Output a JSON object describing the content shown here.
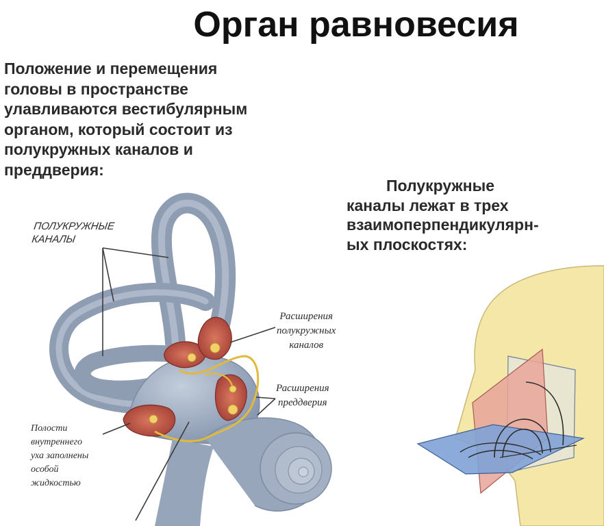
{
  "title": "Орган равновесия",
  "intro_lines": [
    "Положение и перемещения",
    "головы в пространстве",
    "улавливаются вестибулярным",
    "органом, который состоит из",
    "полукружных каналов и",
    "преддверия:"
  ],
  "right_lines": [
    "Полукружные",
    "каналы лежат в трех",
    "взаимоперпендикулярн-",
    "ых плоскостях:"
  ],
  "labels": {
    "canals": [
      "ПОЛУКРУЖНЫЕ",
      "КАНАЛЫ"
    ],
    "canal_extensions": [
      "Расширения",
      "полукружных",
      "каналов"
    ],
    "vestibule_extensions": [
      "Расширения",
      "преддверия"
    ],
    "cavities": [
      "Полости",
      "внутреннего",
      "уха заполнены",
      "особой",
      "жидкостью"
    ]
  },
  "colors": {
    "canal_blue": "#8f9db3",
    "canal_blue_light": "#b9c4d4",
    "ampulla_red": "#b24a3f",
    "nerve_yellow": "#e2b93a",
    "head_skin": "#f4e7a8",
    "plane_red": "#e8a59a",
    "plane_blue": "#7fa2d6"
  }
}
